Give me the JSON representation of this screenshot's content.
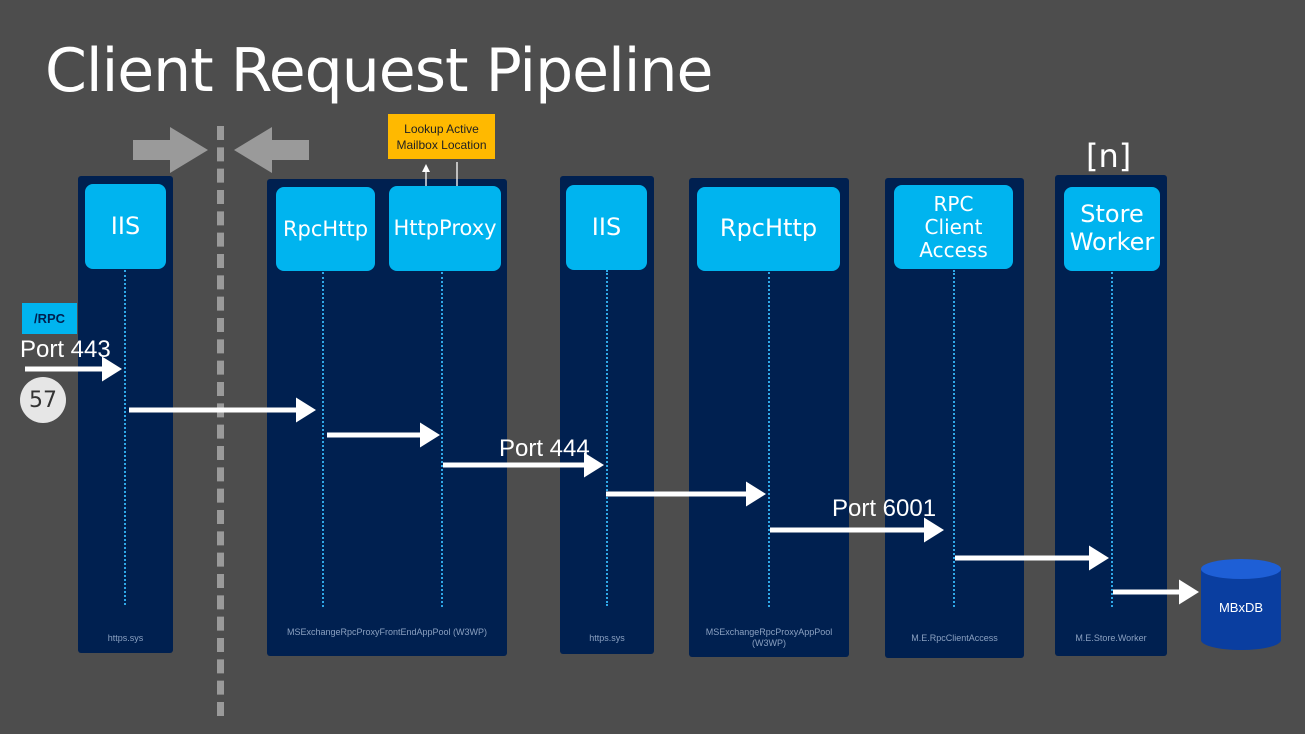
{
  "title": "Client Request Pipeline",
  "note": "Lookup Active Mailbox Location",
  "multiplicity": "[n]",
  "endpoint_badge": "/RPC",
  "count_badge": "57",
  "ports": {
    "p443": "Port 443",
    "p444": "Port 444",
    "p6001": "Port 6001"
  },
  "components": {
    "iis_front": "IIS",
    "rpchttp_front": "RpcHttp",
    "httpproxy": "HttpProxy",
    "iis_back": "IIS",
    "rpchttp_back": "RpcHttp",
    "rpc_client_access": "RPC Client Access",
    "store_worker": "Store Worker"
  },
  "panels": {
    "https_sys_front": "https.sys",
    "frontend_apppool": "MSExchangeRpcProxyFrontEndAppPool (W3WP)",
    "https_sys_back": "https.sys",
    "apppool": "MSExchangeRpcProxyAppPool (W3WP)",
    "rpc_client_access": "M.E.RpcClientAccess",
    "store_worker": "M.E.Store.Worker"
  },
  "database": "MBxDB",
  "colors": {
    "background": "#4d4d4d",
    "panel": "#002050",
    "component": "#00b4ef",
    "note": "#ffb900",
    "arrow": "#ffffff",
    "lifeline": "#2fa8e8"
  }
}
